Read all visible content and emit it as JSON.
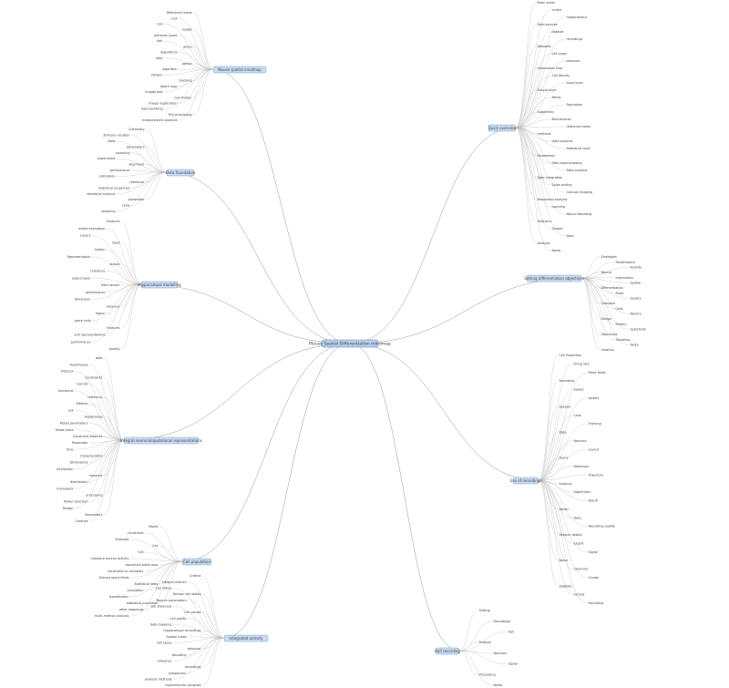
{
  "root": {
    "label": "Mouse Spatial Differentiation mindmap"
  },
  "topics": [
    {
      "key": "t1",
      "label": "Mouse spatial mindmap"
    },
    {
      "key": "t2",
      "label": "Data foundation"
    },
    {
      "key": "t3",
      "label": "Hippocampal modelling"
    },
    {
      "key": "t4",
      "label": "Integral neurocomputational representations"
    },
    {
      "key": "t5",
      "label": "Cell population"
    },
    {
      "key": "t6",
      "label": "Integrated activity"
    },
    {
      "key": "t7",
      "label": "Quick overview"
    },
    {
      "key": "t8",
      "label": "Setting differentiation objectives"
    },
    {
      "key": "t9",
      "label": "Use of recordings"
    },
    {
      "key": "t10",
      "label": "Hall recording"
    }
  ],
  "labels": {
    "t1": [
      "Reference notes",
      "Cell",
      "Cell",
      "target",
      "behavior types",
      "hair",
      "alone",
      "Algorithms",
      "data",
      "period",
      "algorithm",
      "Pattern",
      "tracking",
      "depth map",
      "ImageJ tool",
      "Cell Profiler",
      "image registration",
      "data handling",
      "ROI processing",
      "measurement analysis"
    ],
    "t2": [
      "Chemistry",
      "Stimulus location",
      "Data",
      "parameters",
      "sampling",
      "experiment",
      "alignment",
      "performance",
      "calibration",
      "reference",
      "statistical properties",
      "statistical analysis",
      "parameter",
      "cycle",
      "sampling"
    ],
    "t3": [
      "Features",
      "model evaluation",
      "Layers",
      "input",
      "hidden",
      "Representation",
      "output",
      "reference",
      "output layer",
      "field neuron",
      "performance",
      "dimension",
      "measure",
      "region",
      "place cells",
      "Features",
      "unit representations",
      "performance",
      "quality"
    ],
    "t4": [
      "data",
      "Hypotheses",
      "Protocol",
      "Constraints",
      "Cell list",
      "functional",
      "reference",
      "Method",
      "cell",
      "Hypotheses",
      "Model parameters",
      "Model tests",
      "Constraint features",
      "Parameter",
      "time",
      "characteristics",
      "Dimensions",
      "interaction",
      "variance",
      "distribution",
      "framework",
      "processing",
      "Model selection",
      "Design",
      "Parameters",
      "Controls"
    ],
    "t5": [
      "Model",
      "Constraint",
      "Evaluate",
      "Cell",
      "Cell",
      "Compare neuron activity",
      "reproduce place map",
      "Constraint on similarity",
      "Extract place fields",
      "Statistical tests",
      "evaluation",
      "classification",
      "statistical procedure",
      "other mappings",
      "multi-method analysis"
    ],
    "t6": [
      "Criteria",
      "Integral metrics",
      "Cell states",
      "Neuron cell states",
      "Neuron parameters",
      "Cell distances",
      "Cell values",
      "Cell profile",
      "data mapping",
      "Hippocampal recordings",
      "Spatial maps",
      "Cell types",
      "behavior",
      "decoding",
      "reference",
      "recordings",
      "comparison",
      "analysis methods",
      "experimental variables"
    ],
    "t7": [
      "Brain areas",
      "cortex",
      "hippocampus",
      "Data sources",
      "dataset",
      "recordings",
      "Datasets",
      "cell types",
      "behavior",
      "Information flow",
      "Cell density",
      "Input layer",
      "Output layer",
      "Metric",
      "Population",
      "Algorithms",
      "Benchmarks",
      "reference notes",
      "methods",
      "Data analysis",
      "Statistical tools",
      "Parameters",
      "Data preprocessing",
      "Data analysis",
      "Data integration",
      "Spike sorting",
      "Calcium imaging",
      "Behavioral analysis",
      "Learning",
      "Neural decoding",
      "Statistics",
      "Graphs",
      "Data",
      "Analysis",
      "Notes"
    ],
    "t8": [
      "Strategies",
      "Performance",
      "Activity",
      "Neural",
      "Information",
      "Spatial",
      "Differentiation",
      "Place",
      "Quality",
      "Compare",
      "Cells",
      "Metrics",
      "Design",
      "Pattern",
      "Selectivity",
      "Objectives",
      "Sampling",
      "Tasks",
      "Location"
    ],
    "t9": [
      "Cell Properties",
      "Firing rate",
      "Place fields",
      "Recording",
      "Spikes",
      "Quality",
      "Session",
      "Cells",
      "Tracking",
      "Data",
      "Neurons",
      "Layout",
      "Arena",
      "Behaviour",
      "Trajectory",
      "Analysis",
      "Algorithms",
      "Result",
      "Model",
      "Data",
      "Recording quality",
      "Session details",
      "Export",
      "Signal",
      "Noise",
      "Channels",
      "Cluster",
      "Stability",
      "Format",
      "Recording"
    ],
    "t10": [
      "Setting",
      "Recordings",
      "Hall",
      "Protocol",
      "Neurons",
      "Signal",
      "Processing",
      "Notes"
    ]
  }
}
